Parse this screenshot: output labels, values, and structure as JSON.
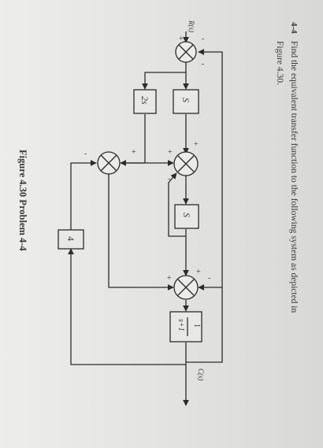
{
  "problem": {
    "number": "4-4",
    "text_line1": "Find the equivalent transfer function to the following system as depicted in",
    "text_line2": "Figure 4.30."
  },
  "caption": "Figure 4.30 Problem 4-4",
  "signals": {
    "input": "R(s)",
    "output": "C(s)"
  },
  "blocks": {
    "top_s": "S",
    "two_s": "2s",
    "middle_s": "S",
    "four": "4",
    "tf_num": "1",
    "tf_den": "s+1"
  },
  "signs": {
    "s1_top": "-",
    "s1_left": "+",
    "s1_right": "-",
    "s2_a": "+",
    "s2_b": "-",
    "s3_a": "+",
    "s3_b": "+",
    "s3_c": "-",
    "s4_a": "+",
    "s4_b": "+",
    "s4_c": "-"
  }
}
